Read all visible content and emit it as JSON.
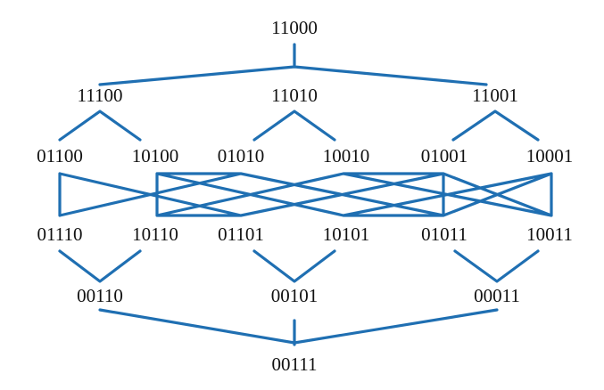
{
  "diagram": {
    "nodes": [
      {
        "id": "n11000",
        "label": "11000"
      },
      {
        "id": "n11100",
        "label": "11100"
      },
      {
        "id": "n11010",
        "label": "11010"
      },
      {
        "id": "n11001",
        "label": "11001"
      },
      {
        "id": "n01100",
        "label": "01100"
      },
      {
        "id": "n10100",
        "label": "10100"
      },
      {
        "id": "n01010",
        "label": "01010"
      },
      {
        "id": "n10010",
        "label": "10010"
      },
      {
        "id": "n01001",
        "label": "01001"
      },
      {
        "id": "n10001",
        "label": "10001"
      },
      {
        "id": "n01110",
        "label": "01110"
      },
      {
        "id": "n10110",
        "label": "10110"
      },
      {
        "id": "n01101",
        "label": "01101"
      },
      {
        "id": "n10101",
        "label": "10101"
      },
      {
        "id": "n01011",
        "label": "01011"
      },
      {
        "id": "n10011",
        "label": "10011"
      },
      {
        "id": "n00110",
        "label": "00110"
      },
      {
        "id": "n00101",
        "label": "00101"
      },
      {
        "id": "n00011",
        "label": "00011"
      },
      {
        "id": "n00111",
        "label": "00111"
      }
    ]
  }
}
